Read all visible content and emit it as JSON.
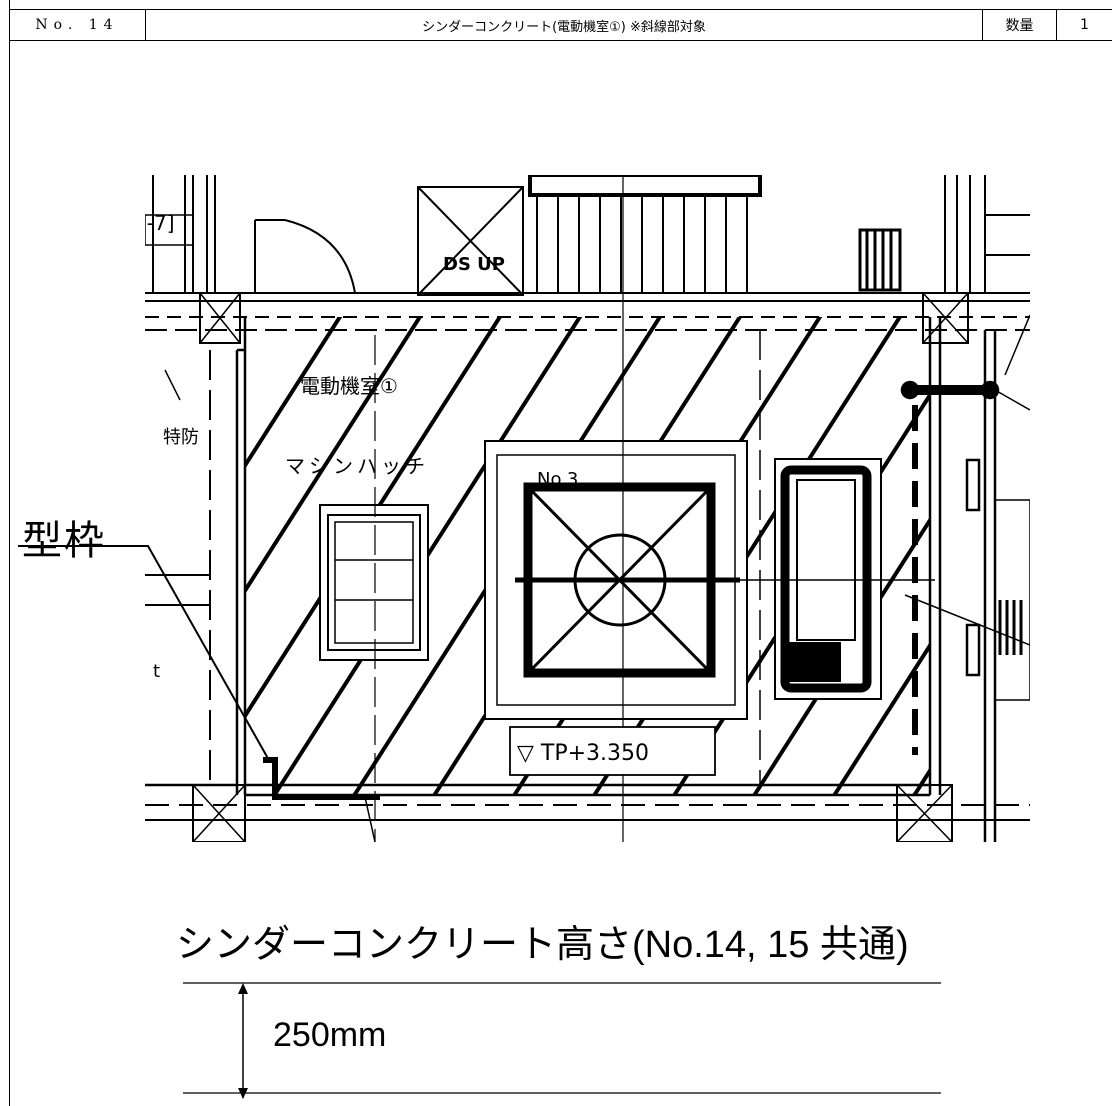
{
  "header": {
    "no_label": "No. 14",
    "title": "シンダーコンクリート(電動機室①) ※斜線部対象",
    "qty_label": "数量",
    "qty_value": "1"
  },
  "drawing": {
    "room_label": "電動機室①",
    "hatch_label": "マシンハッチ",
    "stair_label": "特防",
    "ds_label": "DS UP",
    "no3_label": "No.3",
    "ref_label": "[-7]",
    "level_label": "▽ TP+3.350",
    "t_label": "t",
    "katawaku_label": "型枠"
  },
  "caption": {
    "text": "シンダーコンクリート高さ(No.14, 15 共通)"
  },
  "dimension": {
    "value": "250mm"
  }
}
